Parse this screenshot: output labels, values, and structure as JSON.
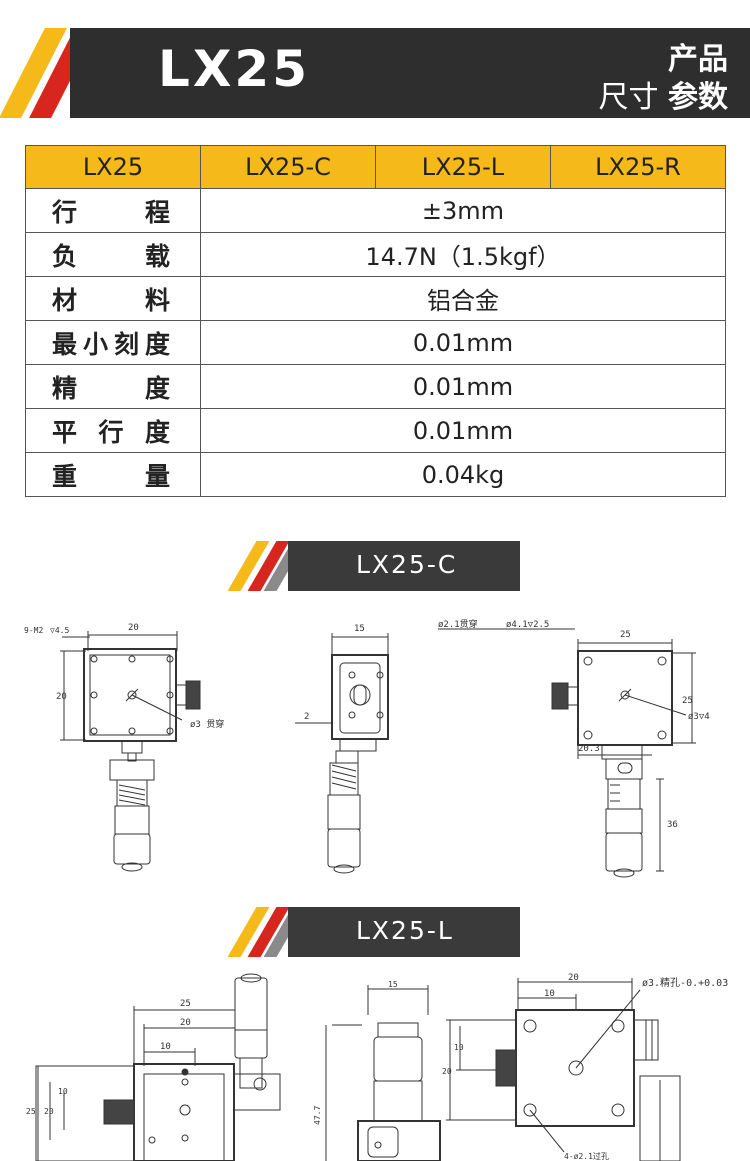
{
  "header": {
    "title": "LX25",
    "subtitle_line1": "产品",
    "subtitle_line2_a": "尺寸",
    "subtitle_line2_b": "参数"
  },
  "colors": {
    "yellow": "#f5b919",
    "red": "#d7261e",
    "dark": "#2e2e2e"
  },
  "spec_table": {
    "headers": [
      "LX25",
      "LX25-C",
      "LX25-L",
      "LX25-R"
    ],
    "rows": [
      {
        "label": "行程",
        "value": "±3mm"
      },
      {
        "label": "负载",
        "value": "14.7N（1.5kgf）"
      },
      {
        "label": "材料",
        "value": "铝合金"
      },
      {
        "label": "最小刻度",
        "value": "0.01mm"
      },
      {
        "label": "精度",
        "value": "0.01mm"
      },
      {
        "label": "平行度",
        "value": "0.01mm"
      },
      {
        "label": "重量",
        "value": "0.04kg"
      }
    ]
  },
  "section_c": {
    "title": "LX25-C",
    "front": {
      "note1": "9-M2",
      "note1b": "▽4.5",
      "dim_w": "20",
      "dim_h": "20",
      "hole": "ø3 贯穿"
    },
    "side": {
      "dim_w": "15",
      "dim_small": "2"
    },
    "back": {
      "note1": "ø2.1贯穿",
      "note2": "ø4.1▽2.5",
      "dim_w": "25",
      "dim_h": "25",
      "hole": "ø3▽4",
      "dim_b": "20.3",
      "dim_l": "36"
    }
  },
  "section_l": {
    "title": "LX25-L",
    "front": {
      "dim_25": "25",
      "dim_20": "20",
      "dim_10": "10",
      "dim_v25": "25",
      "dim_v20": "20",
      "dim_v10": "10"
    },
    "side": {
      "dim_w": "15",
      "dim_h": "47.7"
    },
    "back": {
      "dim_20": "20",
      "dim_10": "10",
      "dim_v20": "20",
      "dim_v10": "10",
      "hole": "ø3.精孔-0.+0.03",
      "holes": "4-ø2.1过孔"
    }
  }
}
